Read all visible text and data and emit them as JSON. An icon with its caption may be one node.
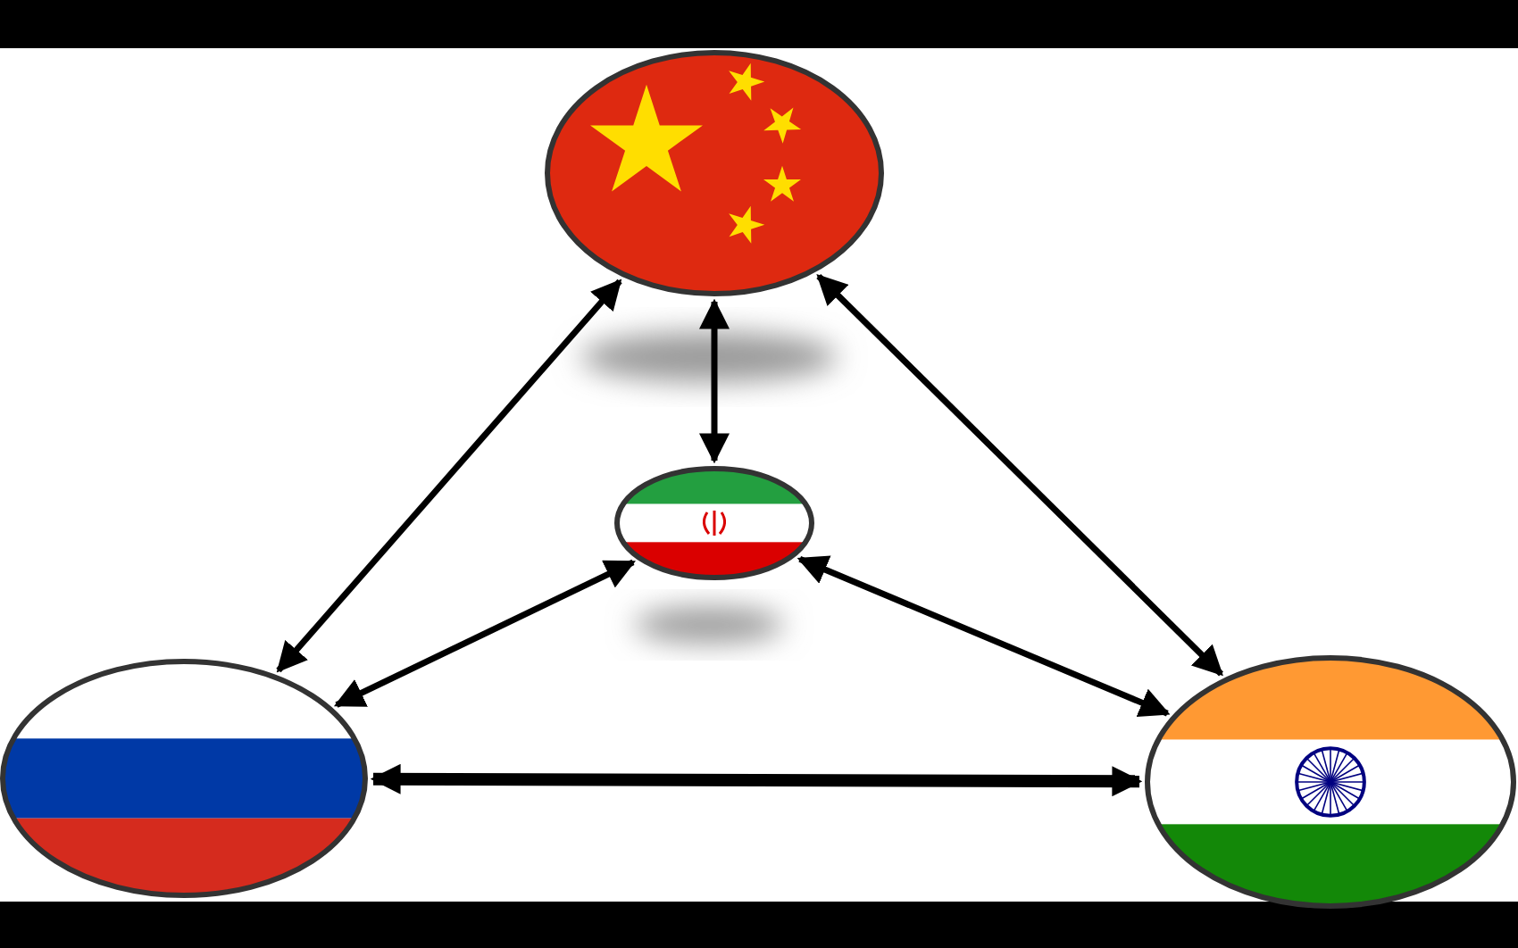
{
  "diagram": {
    "nodes": [
      {
        "text": [],
        "shape": "picture"
      },
      {
        "text": [],
        "shape": "picture"
      },
      {
        "text": [],
        "shape": "picture"
      },
      {
        "text": [],
        "shape": "picture"
      }
    ],
    "edges": [
      {
        "from": 0,
        "to": 2,
        "arrow": "both"
      },
      {
        "from": 0,
        "to": 3,
        "arrow": "both"
      },
      {
        "from": 0,
        "to": 1,
        "arrow": "both"
      },
      {
        "from": 1,
        "to": 2,
        "arrow": "both"
      },
      {
        "from": 1,
        "to": 3,
        "arrow": "both"
      },
      {
        "from": 2,
        "to": 3,
        "arrow": "both",
        "style": "thick"
      }
    ]
  }
}
